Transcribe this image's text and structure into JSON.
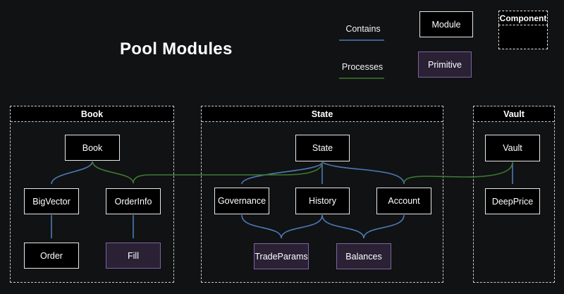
{
  "title": "Pool Modules",
  "legend": {
    "contains": "Contains",
    "processes": "Processes",
    "module": "Module",
    "primitive": "Primitive",
    "component": "Component"
  },
  "groups": {
    "book": {
      "label": "Book"
    },
    "state": {
      "label": "State"
    },
    "vault": {
      "label": "Vault"
    }
  },
  "nodes": {
    "book": {
      "label": "Book",
      "type": "module"
    },
    "bigvector": {
      "label": "BigVector",
      "type": "module"
    },
    "orderinfo": {
      "label": "OrderInfo",
      "type": "module"
    },
    "order": {
      "label": "Order",
      "type": "module"
    },
    "fill": {
      "label": "Fill",
      "type": "primitive"
    },
    "state": {
      "label": "State",
      "type": "module"
    },
    "governance": {
      "label": "Governance",
      "type": "module"
    },
    "history": {
      "label": "History",
      "type": "module"
    },
    "account": {
      "label": "Account",
      "type": "module"
    },
    "tradeparams": {
      "label": "TradeParams",
      "type": "primitive"
    },
    "balances": {
      "label": "Balances",
      "type": "primitive"
    },
    "vault": {
      "label": "Vault",
      "type": "module"
    },
    "deepprice": {
      "label": "DeepPrice",
      "type": "module"
    }
  },
  "edges": [
    {
      "from": "Book",
      "to": "BigVector",
      "type": "contains"
    },
    {
      "from": "BigVector",
      "to": "Order",
      "type": "contains"
    },
    {
      "from": "OrderInfo",
      "to": "Fill",
      "type": "contains"
    },
    {
      "from": "State",
      "to": "Governance",
      "type": "contains"
    },
    {
      "from": "State",
      "to": "History",
      "type": "contains"
    },
    {
      "from": "State",
      "to": "Account",
      "type": "contains"
    },
    {
      "from": "Governance",
      "to": "TradeParams",
      "type": "contains"
    },
    {
      "from": "History",
      "to": "TradeParams",
      "type": "contains"
    },
    {
      "from": "History",
      "to": "Balances",
      "type": "contains"
    },
    {
      "from": "Account",
      "to": "Balances",
      "type": "contains"
    },
    {
      "from": "Vault",
      "to": "DeepPrice",
      "type": "contains"
    },
    {
      "from": "Book",
      "to": "OrderInfo",
      "type": "processes"
    },
    {
      "from": "State",
      "to": "OrderInfo",
      "type": "processes"
    },
    {
      "from": "Vault",
      "to": "Account",
      "type": "processes"
    }
  ],
  "colors": {
    "background": "#111214",
    "edge_contains": "#4d7ab5",
    "edge_processes": "#3d7a32",
    "module_fill": "#000000",
    "module_border": "#e8e8e8",
    "primitive_fill": "#2a2135",
    "primitive_border": "#7f62a1",
    "group_border": "#c9c9c9",
    "text": "#ffffff"
  }
}
